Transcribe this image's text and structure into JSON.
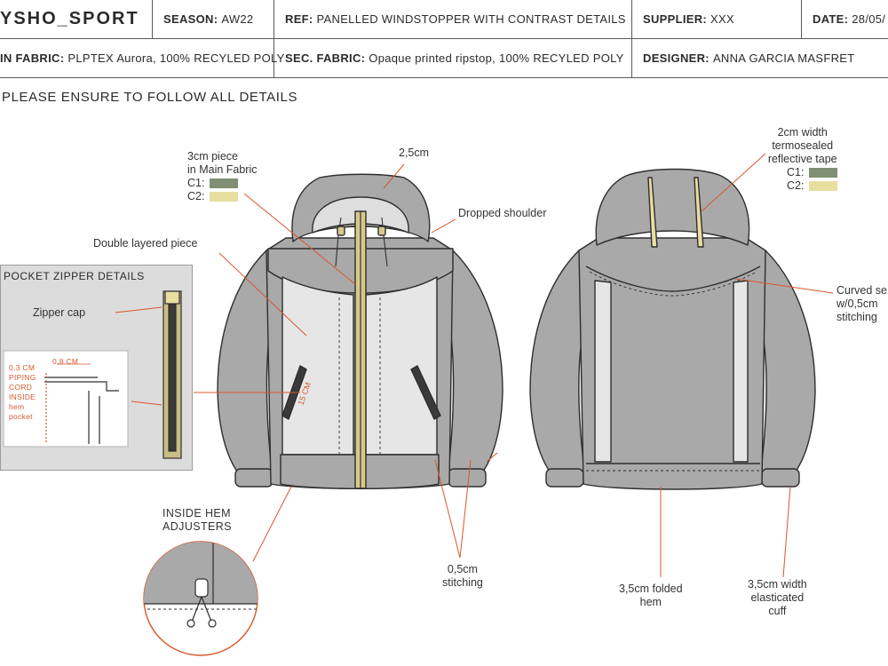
{
  "header": {
    "brand": "YSHO_SPORT",
    "season_label": "SEASON:",
    "season_value": "AW22",
    "ref_label": "REF:",
    "ref_value": "PANELLED WINDSTOPPER WITH CONTRAST DETAILS",
    "supplier_label": "SUPPLIER:",
    "supplier_value": "XXX",
    "date_label": "DATE:",
    "date_value": "28/05/",
    "main_fabric_label": "IN FABRIC:",
    "main_fabric_value": "PLPTEX Aurora,  100% RECYLED POLY",
    "sec_fabric_label": "SEC. FABRIC:",
    "sec_fabric_value": "Opaque printed ripstop,  100% RECYLED POLY",
    "designer_label": "DESIGNER:",
    "designer_value": "ANNA GARCIA MASFRET"
  },
  "note": "PLEASE ENSURE TO FOLLOW ALL DETAILS",
  "colors": {
    "c1": "#7f8f73",
    "c2": "#e8dea0",
    "annotation": "#d9572b",
    "body_grey": "#a9a9a9",
    "panel_light": "#e6e6e6",
    "zipper_yellow": "#d8c98a"
  },
  "annotations": {
    "piece_3cm_line1": "3cm piece",
    "piece_3cm_line2": "in Main Fabric",
    "c1_label": "C1:",
    "c2_label": "C2:",
    "hood_measure": "2,5cm",
    "dropped_shoulder": "Dropped shoulder",
    "double_layered": "Double layered piece",
    "tape_line1": "2cm width",
    "tape_line2": "termosealed",
    "tape_line3": "reflective tape",
    "curved_line1": "Curved se",
    "curved_line2": "w/0,5cm",
    "curved_line3": "stitching",
    "pocket_len": "15 CM",
    "inside_hem_line1": "INSIDE HEM",
    "inside_hem_line2": "ADJUSTERS",
    "stitching_line1": "0,5cm",
    "stitching_line2": "stitching",
    "folded_line1": "3,5cm folded",
    "folded_line2": "hem",
    "cuff_line1": "3,5cm width",
    "cuff_line2": "elasticated",
    "cuff_line3": "cuff"
  },
  "pocket_zipper": {
    "title": "POCKET ZIPPER DETAILS",
    "zipper_cap": "Zipper cap",
    "measure_08": "0,8 CM",
    "piping_note": [
      "0,3 CM",
      "PIPING",
      "CORD",
      "INSIDE",
      "hem",
      "pocket"
    ]
  }
}
